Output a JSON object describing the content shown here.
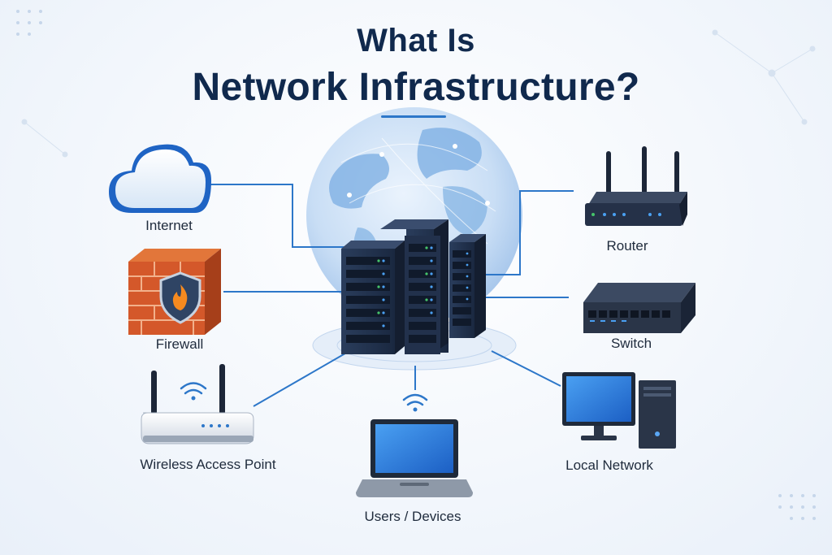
{
  "title": {
    "line1": "What Is",
    "line2": "Network Infrastructure?"
  },
  "components": {
    "internet": {
      "label": "Internet",
      "icon": "cloud-icon"
    },
    "firewall": {
      "label": "Firewall",
      "icon": "firewall-icon"
    },
    "wireless_access_point": {
      "label": "Wireless Access Point",
      "icon": "wireless-access-point-icon"
    },
    "users_devices": {
      "label": "Users / Devices",
      "icon": "laptop-icon"
    },
    "local_network": {
      "label": "Local Network",
      "icon": "desktop-computer-icon"
    },
    "switch": {
      "label": "Switch",
      "icon": "network-switch-icon"
    },
    "router": {
      "label": "Router",
      "icon": "router-icon"
    }
  },
  "center": {
    "icon": "server-rack-icon",
    "background_icon": "globe-icon"
  },
  "colors": {
    "title": "#10294d",
    "connector": "#2d77c9",
    "server": "#1f2f48",
    "accent": "#2d77c9"
  }
}
